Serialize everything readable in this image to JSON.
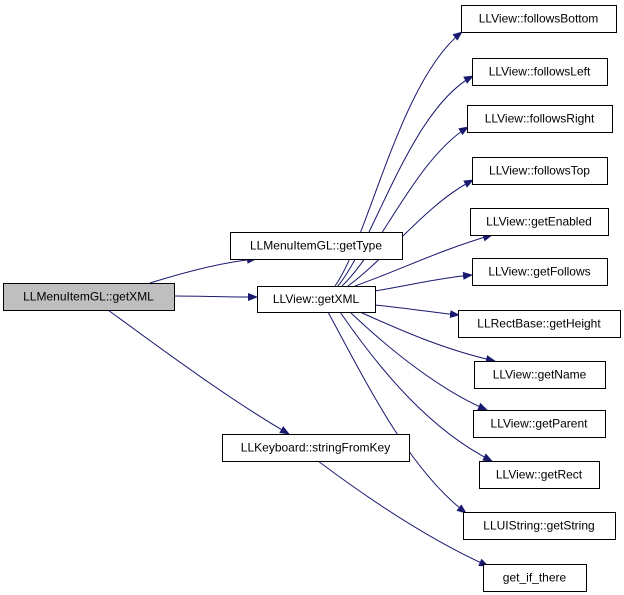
{
  "colors": {
    "edge": "#191970",
    "node_border": "#000000",
    "node_fill": "#ffffff",
    "root_fill": "#bfbfbf",
    "background": "#ffffff"
  },
  "nodes": {
    "root": "LLMenuItemGL::getXML",
    "get_type": "LLMenuItemGL::getType",
    "view_get_xml": "LLView::getXML",
    "string_from_key": "LLKeyboard::stringFromKey",
    "follows_bottom": "LLView::followsBottom",
    "follows_left": "LLView::followsLeft",
    "follows_right": "LLView::followsRight",
    "follows_top": "LLView::followsTop",
    "get_enabled": "LLView::getEnabled",
    "get_follows": "LLView::getFollows",
    "get_height": "LLRectBase::getHeight",
    "get_name": "LLView::getName",
    "get_parent": "LLView::getParent",
    "get_rect": "LLView::getRect",
    "get_string": "LLUIString::getString",
    "get_if_there": "get_if_there"
  },
  "edges": [
    [
      "root",
      "get_type"
    ],
    [
      "root",
      "view_get_xml"
    ],
    [
      "root",
      "string_from_key"
    ],
    [
      "view_get_xml",
      "follows_bottom"
    ],
    [
      "view_get_xml",
      "follows_left"
    ],
    [
      "view_get_xml",
      "follows_right"
    ],
    [
      "view_get_xml",
      "follows_top"
    ],
    [
      "view_get_xml",
      "get_enabled"
    ],
    [
      "view_get_xml",
      "get_follows"
    ],
    [
      "view_get_xml",
      "get_height"
    ],
    [
      "view_get_xml",
      "get_name"
    ],
    [
      "view_get_xml",
      "get_parent"
    ],
    [
      "view_get_xml",
      "get_rect"
    ],
    [
      "view_get_xml",
      "get_string"
    ],
    [
      "string_from_key",
      "get_if_there"
    ]
  ]
}
